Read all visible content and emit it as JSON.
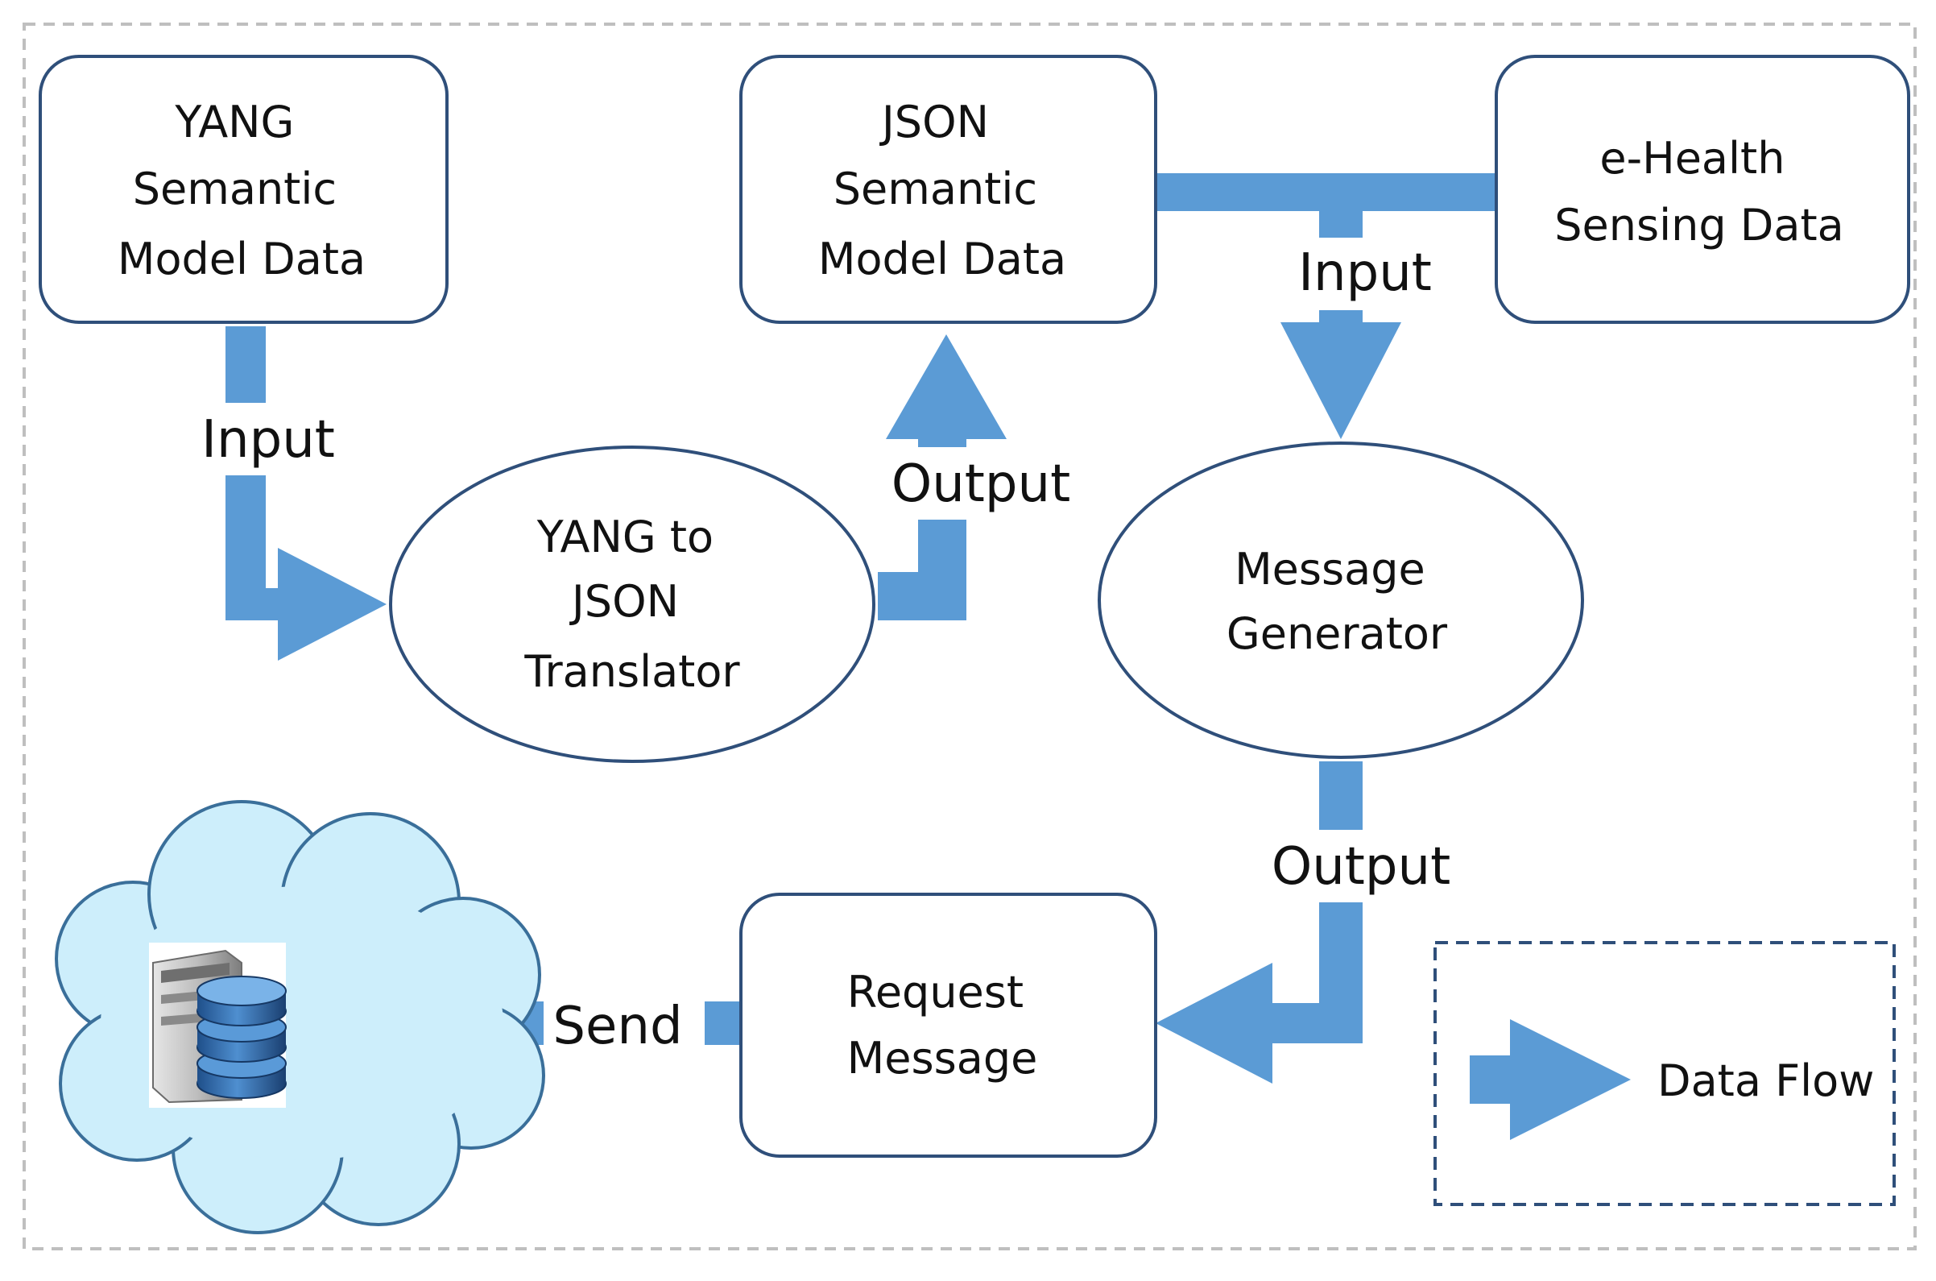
{
  "colors": {
    "arrow": "#5b9bd5",
    "box_stroke": "#2f4f7a",
    "cloud_fill": "#cdeefb",
    "cloud_stroke": "#3a6f9a",
    "frame_stroke": "#bfbfbf",
    "legend_stroke": "#2f4f7a"
  },
  "nodes": {
    "yang_model": {
      "lines": [
        "YANG",
        "Semantic",
        "Model Data"
      ]
    },
    "json_model": {
      "lines": [
        "JSON",
        "Semantic",
        "Model Data"
      ]
    },
    "ehealth": {
      "lines": [
        "e-Health",
        "Sensing Data"
      ]
    },
    "translator": {
      "lines": [
        "YANG to",
        "JSON",
        "Translator"
      ]
    },
    "generator": {
      "lines": [
        "Message",
        "Generator"
      ]
    },
    "request": {
      "lines": [
        "Request",
        "Message"
      ]
    }
  },
  "flows": {
    "input_1": "Input",
    "output_1": "Output",
    "input_2": "Input",
    "output_2": "Output",
    "send": "Send"
  },
  "cloud": {
    "icon": "database-server-icon"
  },
  "legend": {
    "label": "Data Flow"
  }
}
